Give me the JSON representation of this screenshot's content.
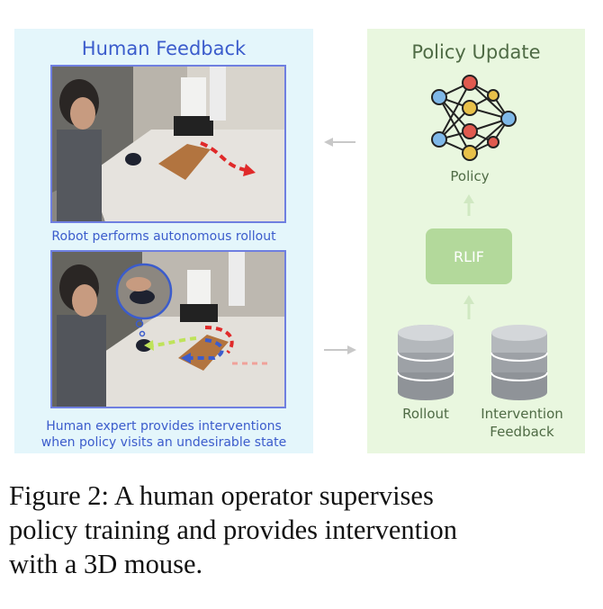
{
  "left_panel": {
    "title": "Human Feedback",
    "caption_top": "Robot performs autonomous rollout",
    "caption_bottom_line1": "Human expert provides interventions",
    "caption_bottom_line2": "when policy visits an undesirable state"
  },
  "right_panel": {
    "title": "Policy Update",
    "policy_label": "Policy",
    "rlif_label": "RLIF",
    "rollout_label": "Rollout",
    "intervention_label_line1": "Intervention",
    "intervention_label_line2": "Feedback"
  },
  "figure_caption": {
    "line1": "Figure 2: A human operator supervises",
    "line2": "policy training and provides intervention",
    "line3": "with a 3D mouse."
  },
  "colors": {
    "left_bg": "#e4f6fb",
    "right_bg": "#e9f7df",
    "title_blue": "#3b5ccc",
    "title_green": "#4f6b45",
    "rlif_box": "#b3d99b",
    "node_blue": "#7fb8e8",
    "node_red": "#e05a4f",
    "node_yellow": "#e8c14a",
    "arrow_gray": "#c8c8c8"
  }
}
